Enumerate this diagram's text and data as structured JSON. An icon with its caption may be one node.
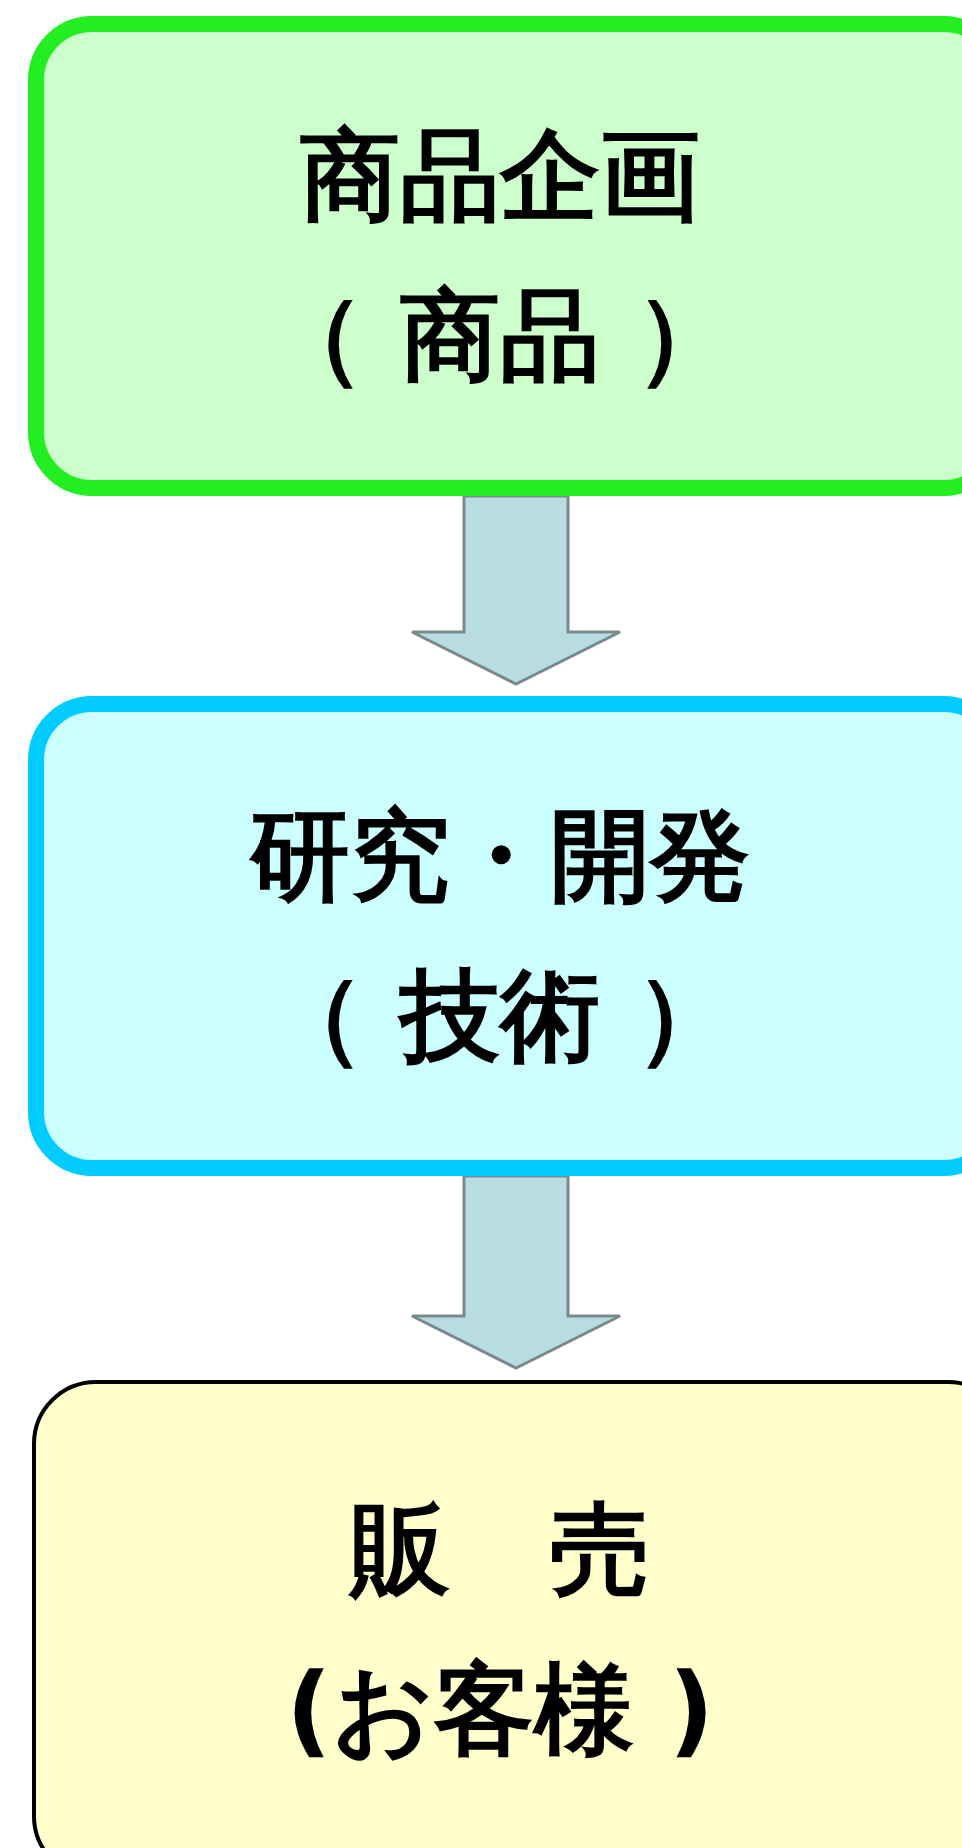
{
  "diagram": {
    "nodes": [
      {
        "text": [
          "商品企画",
          "（ 商品 ）"
        ]
      },
      {
        "text": [
          "研究・開発",
          "（ 技術 ）"
        ]
      },
      {
        "text": [
          "販　売",
          "(お客様 )"
        ]
      }
    ],
    "edges": [
      {
        "from": 0,
        "to": 1,
        "arrow": "to"
      },
      {
        "from": 1,
        "to": 2,
        "arrow": "to"
      }
    ]
  }
}
